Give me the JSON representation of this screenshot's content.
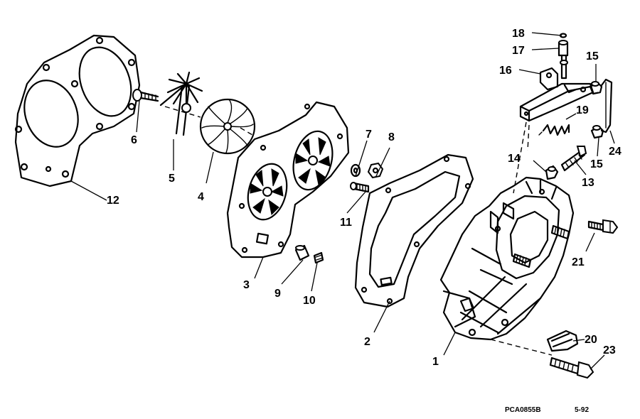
{
  "callouts": [
    {
      "key": "c1",
      "text": "1"
    },
    {
      "key": "c2",
      "text": "2"
    },
    {
      "key": "c3",
      "text": "3"
    },
    {
      "key": "c4",
      "text": "4"
    },
    {
      "key": "c5",
      "text": "5"
    },
    {
      "key": "c6",
      "text": "6"
    },
    {
      "key": "c7",
      "text": "7"
    },
    {
      "key": "c8",
      "text": "8"
    },
    {
      "key": "c9",
      "text": "9"
    },
    {
      "key": "c10",
      "text": "10"
    },
    {
      "key": "c11",
      "text": "11"
    },
    {
      "key": "c12",
      "text": "12"
    },
    {
      "key": "c13",
      "text": "13"
    },
    {
      "key": "c14",
      "text": "14"
    },
    {
      "key": "c15a",
      "text": "15"
    },
    {
      "key": "c15b",
      "text": "15"
    },
    {
      "key": "c16",
      "text": "16"
    },
    {
      "key": "c17",
      "text": "17"
    },
    {
      "key": "c18",
      "text": "18"
    },
    {
      "key": "c19",
      "text": "19"
    },
    {
      "key": "c20",
      "text": "20"
    },
    {
      "key": "c21",
      "text": "21"
    },
    {
      "key": "c23",
      "text": "23"
    },
    {
      "key": "c24",
      "text": "24"
    }
  ],
  "footer": {
    "code": "PCA0855B",
    "date": "5-92"
  }
}
